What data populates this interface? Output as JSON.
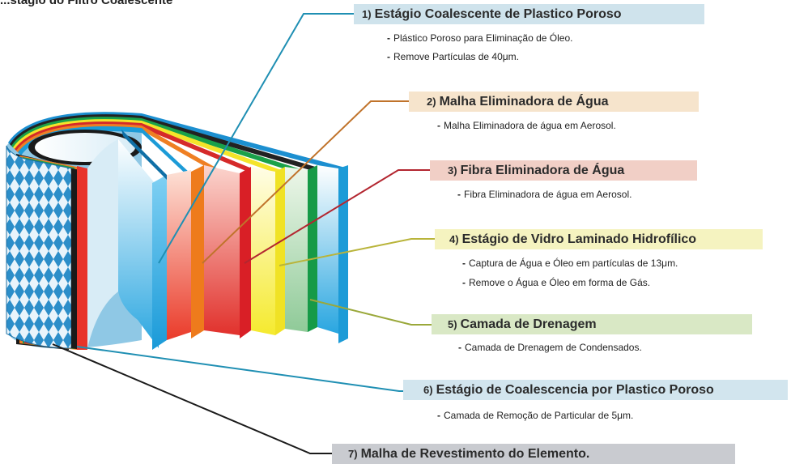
{
  "header_fragment": "...stagio do Filtro Coalescente",
  "stages": [
    {
      "number": "1)",
      "title": "Estágio Coalescente de Plastico Poroso",
      "color": "#cfe3ec",
      "line_color": "#1f8fb3",
      "notes": [
        "Plástico Poroso para Eliminação de Óleo.",
        "Remove Partículas de 40μm."
      ]
    },
    {
      "number": "2)",
      "title": "Malha Eliminadora de Água",
      "color": "#f6e4cc",
      "line_color": "#c0732b",
      "notes": [
        "Malha Eliminadora de água em Aerosol."
      ]
    },
    {
      "number": "3)",
      "title": "Fibra Eliminadora de Água",
      "color": "#f1cfc6",
      "line_color": "#b32630",
      "notes": [
        "Fibra Eliminadora de água em Aerosol."
      ]
    },
    {
      "number": "4)",
      "title": "Estágio de Vidro Laminado Hidrofílico",
      "color": "#f5f3c0",
      "line_color": "#b9b43a",
      "notes": [
        "Captura de Água e Óleo em partículas de 13μm.",
        "Remove o Água e Óleo em forma de Gás."
      ]
    },
    {
      "number": "5)",
      "title": "Camada de Drenagem",
      "color": "#d9e8c5",
      "line_color": "#9aa83a",
      "notes": [
        "Camada de Drenagem de Condensados."
      ]
    },
    {
      "number": "6)",
      "title": "Estágio de Coalescencia por Plastico Poroso",
      "color": "#d2e5ee",
      "line_color": "#1f8fb3",
      "notes": [
        "Camada de Remoção de Particular de 5μm."
      ]
    },
    {
      "number": "7)",
      "title": "Malha de Revestimento do Elemento.",
      "color": "#c9cbd0",
      "line_color": "#1a1a1a",
      "notes": []
    }
  ]
}
